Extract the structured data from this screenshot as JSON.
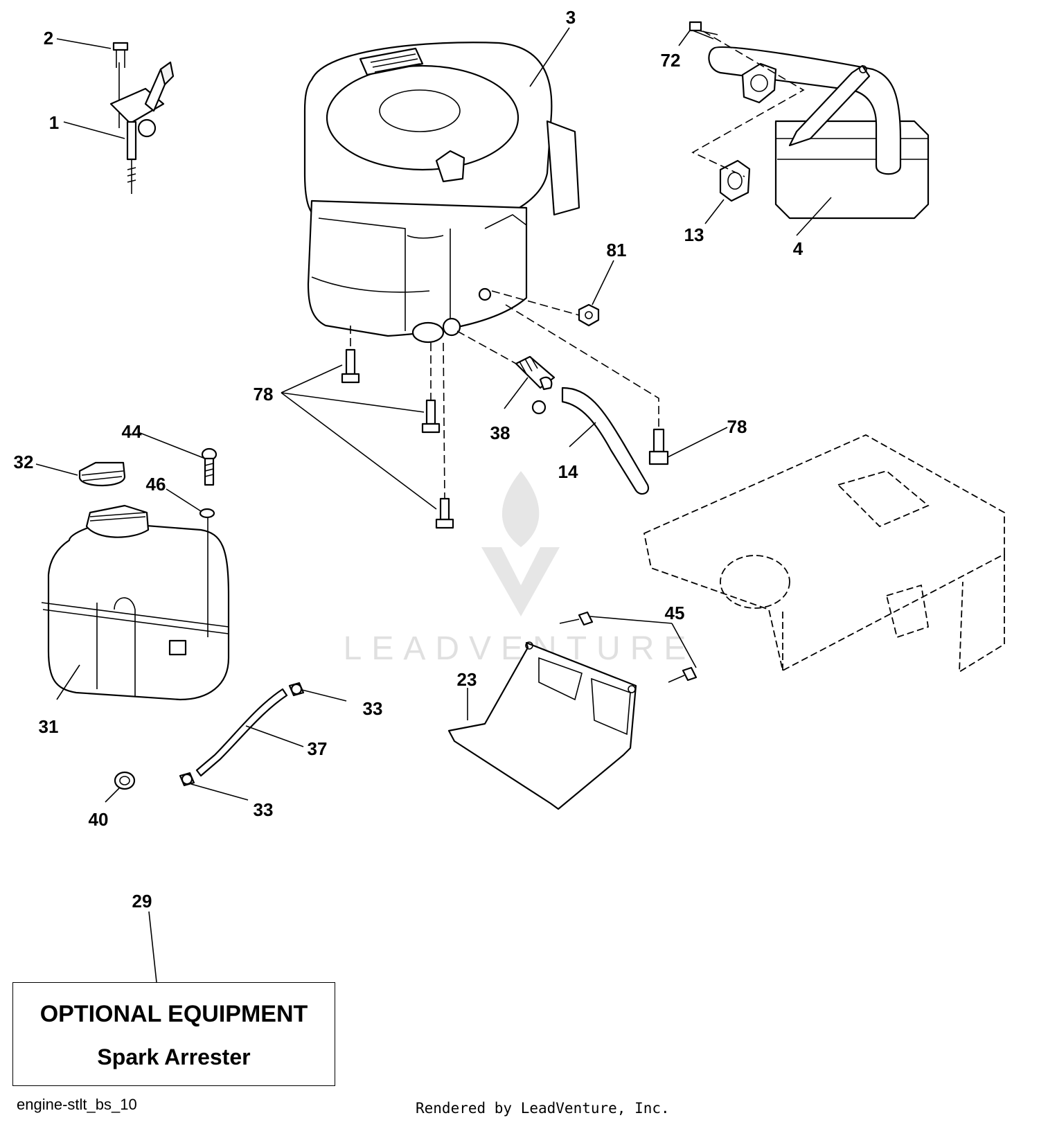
{
  "callouts": [
    {
      "id": "c1",
      "text": "1"
    },
    {
      "id": "c2",
      "text": "2"
    },
    {
      "id": "c3",
      "text": "3"
    },
    {
      "id": "c4",
      "text": "4"
    },
    {
      "id": "c13",
      "text": "13"
    },
    {
      "id": "c14",
      "text": "14"
    },
    {
      "id": "c23",
      "text": "23"
    },
    {
      "id": "c29",
      "text": "29"
    },
    {
      "id": "c31",
      "text": "31"
    },
    {
      "id": "c32",
      "text": "32"
    },
    {
      "id": "c33a",
      "text": "33"
    },
    {
      "id": "c33b",
      "text": "33"
    },
    {
      "id": "c37",
      "text": "37"
    },
    {
      "id": "c38",
      "text": "38"
    },
    {
      "id": "c40",
      "text": "40"
    },
    {
      "id": "c44",
      "text": "44"
    },
    {
      "id": "c45",
      "text": "45"
    },
    {
      "id": "c46",
      "text": "46"
    },
    {
      "id": "c72",
      "text": "72"
    },
    {
      "id": "c78a",
      "text": "78"
    },
    {
      "id": "c78b",
      "text": "78"
    },
    {
      "id": "c81",
      "text": "81"
    }
  ],
  "optional_box": {
    "title": "OPTIONAL EQUIPMENT",
    "subtitle": "Spark Arrester"
  },
  "figure_code": "engine-stlt_bs_10",
  "render_credit": "Rendered by LeadVenture, Inc.",
  "watermark": "LEADVENTURE"
}
